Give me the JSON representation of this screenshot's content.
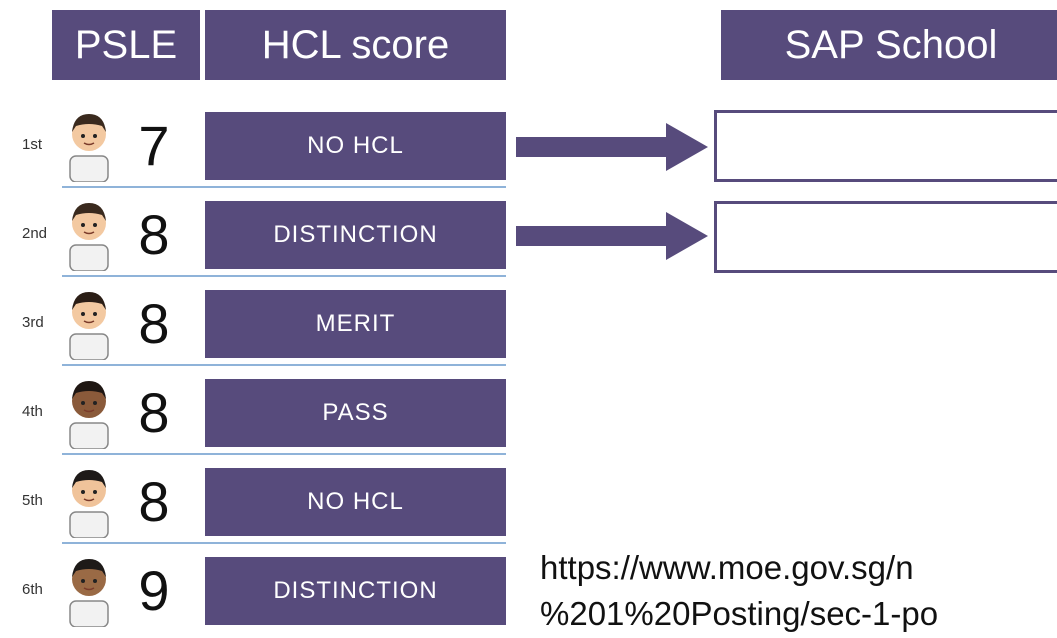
{
  "headers": {
    "psle": "PSLE",
    "hcl_score": "HCL score",
    "sap_school": "SAP School"
  },
  "students": [
    {
      "rank": "1st",
      "score": "7",
      "hcl": "NO HCL",
      "hair": "#3a2a1e",
      "skin": "#f3c9a1"
    },
    {
      "rank": "2nd",
      "score": "8",
      "hcl": "DISTINCTION",
      "hair": "#3a2a1e",
      "skin": "#f3c9a1"
    },
    {
      "rank": "3rd",
      "score": "8",
      "hcl": "MERIT",
      "hair": "#2b1e16",
      "skin": "#f3c9a1"
    },
    {
      "rank": "4th",
      "score": "8",
      "hcl": "PASS",
      "hair": "#1f1713",
      "skin": "#8a5a3a"
    },
    {
      "rank": "5th",
      "score": "8",
      "hcl": "NO HCL",
      "hair": "#1e1a18",
      "skin": "#f0c39a"
    },
    {
      "rank": "6th",
      "score": "9",
      "hcl": "DISTINCTION",
      "hair": "#1e1a18",
      "skin": "#9a6a45"
    }
  ],
  "url": {
    "line1": "https://www.moe.gov.sg/n",
    "line2": "%201%20Posting/sec-1-po"
  },
  "colors": {
    "accent": "#574b7c",
    "separator": "#8fb3d9"
  }
}
